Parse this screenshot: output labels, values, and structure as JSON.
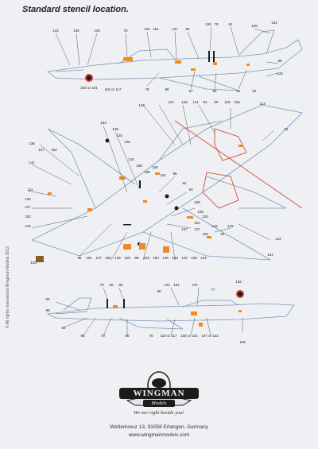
{
  "header": {
    "title": "Standard stencil location."
  },
  "copyright": "© All rights reserved to Wingman Models 2013",
  "branding": {
    "name": "WINGMAN",
    "sub": "Models",
    "tagline": "We are right beside you!",
    "address": "Wetterkreuz 13, 91058 Erlangen, Germany",
    "website": "www.wingmanmodels.com"
  },
  "colors": {
    "outline": "#7f97b8",
    "stencil_orange": "#f08a24",
    "stencil_red": "#d23a2a",
    "stencil_black": "#1d1d1d",
    "leader": "#333333"
  },
  "views": {
    "top_side": {
      "labels": [
        "142",
        "136",
        "140",
        "78",
        "144",
        "151",
        "137",
        "85",
        "126",
        "79",
        "81",
        "126",
        "132",
        "100 or 101",
        "118 or 117",
        "78",
        "86",
        "87",
        "95",
        "91",
        "82",
        "89",
        "125"
      ]
    },
    "plan": {
      "labels": [
        "113",
        "126",
        "114",
        "84",
        "90",
        "119",
        "126",
        "113",
        "143",
        "92",
        "153",
        "139",
        "145",
        "146",
        "136",
        "127",
        "152",
        "141",
        "116",
        "138",
        "135",
        "126",
        "115",
        "96",
        "94",
        "93",
        "150",
        "105",
        "120",
        "154",
        "111",
        "136",
        "127",
        "152",
        "145",
        "137",
        "127",
        "126",
        "144",
        "142",
        "91",
        "112",
        "144",
        "129",
        "96",
        "151",
        "147",
        "156",
        "149",
        "128",
        "96",
        "133",
        "153",
        "148",
        "148",
        "143",
        "136",
        "144"
      ]
    },
    "bottom_side": {
      "labels": [
        "79",
        "80",
        "85",
        "144",
        "151",
        "90",
        "137",
        "77",
        "132",
        "83",
        "86",
        "92",
        "95",
        "87",
        "86",
        "78",
        "118 or 117",
        "100 or 101",
        "107 or 122",
        "136"
      ]
    }
  }
}
